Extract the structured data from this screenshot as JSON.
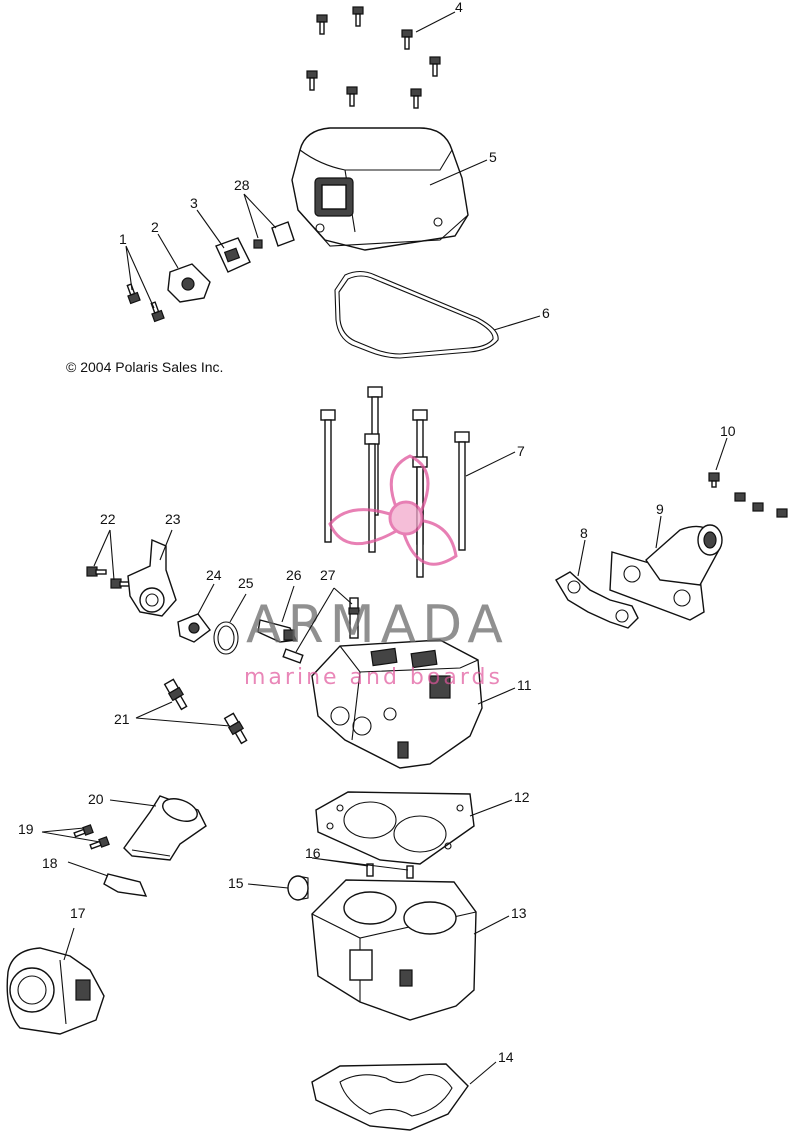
{
  "diagram": {
    "copyright": "© 2004 Polaris Sales Inc.",
    "labels": [
      "1",
      "2",
      "3",
      "4",
      "5",
      "6",
      "7",
      "8",
      "9",
      "10",
      "11",
      "12",
      "13",
      "14",
      "15",
      "16",
      "17",
      "18",
      "19",
      "20",
      "21",
      "22",
      "23",
      "24",
      "25",
      "26",
      "27",
      "28"
    ]
  },
  "watermark": {
    "brand": "ARMADA",
    "tagline": "marine and boards",
    "colors": {
      "grey": "#6b6b6b",
      "pink": "#e0559b"
    }
  }
}
